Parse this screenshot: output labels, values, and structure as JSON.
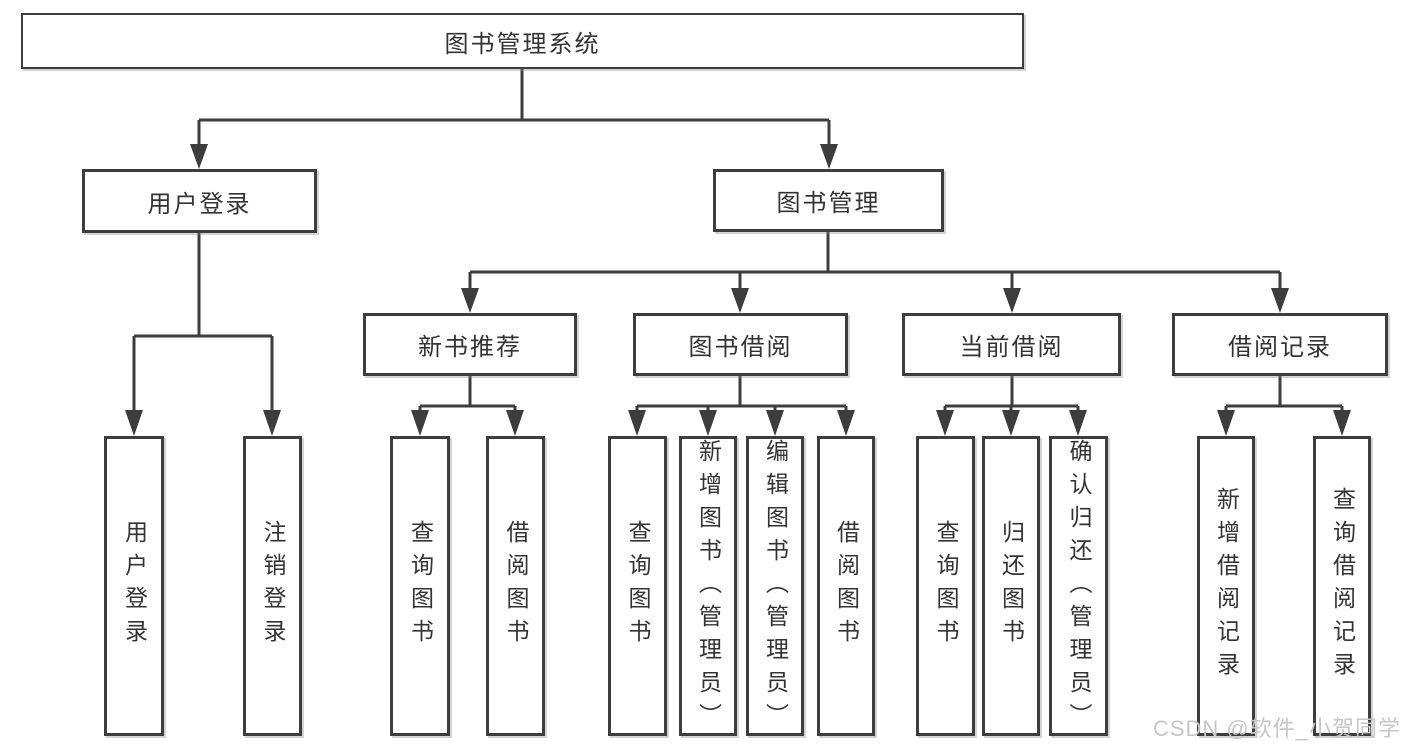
{
  "tree": {
    "root": {
      "label": "图书管理系统",
      "children": [
        {
          "label": "用户登录",
          "children": [
            {
              "label": "用户登录"
            },
            {
              "label": "注销登录"
            }
          ]
        },
        {
          "label": "图书管理",
          "children": [
            {
              "label": "新书推荐",
              "children": [
                {
                  "label": "查询图书"
                },
                {
                  "label": "借阅图书"
                }
              ]
            },
            {
              "label": "图书借阅",
              "children": [
                {
                  "label": "查询图书"
                },
                {
                  "label": "新增图书（管理员）"
                },
                {
                  "label": "编辑图书（管理员）"
                },
                {
                  "label": "借阅图书"
                }
              ]
            },
            {
              "label": "当前借阅",
              "children": [
                {
                  "label": "查询图书"
                },
                {
                  "label": "归还图书"
                },
                {
                  "label": "确认归还（管理员）"
                }
              ]
            },
            {
              "label": "借阅记录",
              "children": [
                {
                  "label": "新增借阅记录"
                },
                {
                  "label": "查询借阅记录"
                }
              ]
            }
          ]
        }
      ]
    }
  },
  "watermark": {
    "text": "CSDN @软件_小贺同学"
  },
  "colors": {
    "line": "#3d3d3d",
    "text": "#333333",
    "watermark": "#c6c6c6",
    "background": "#ffffff"
  }
}
